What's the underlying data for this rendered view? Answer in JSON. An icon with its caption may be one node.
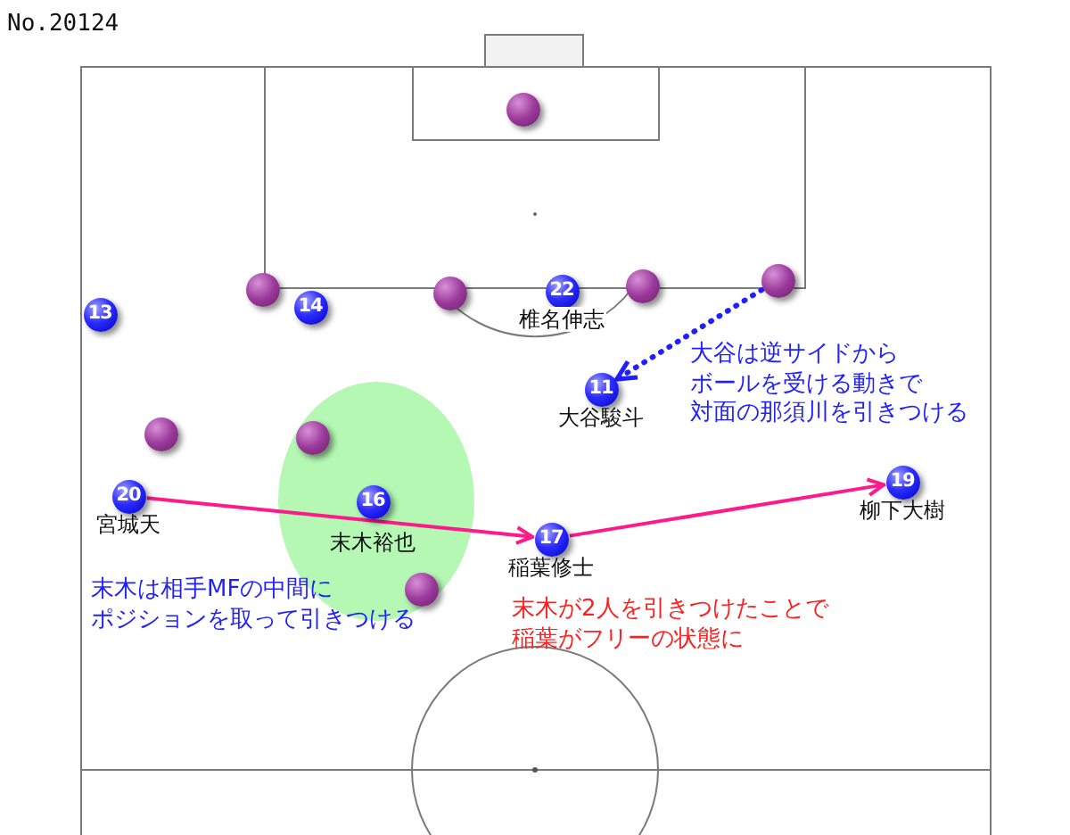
{
  "diagram": {
    "nodes": [
      {
        "text": [],
        "shape": "circle"
      },
      {
        "text": [],
        "shape": "circle"
      },
      {
        "text": [],
        "shape": "circle"
      },
      {
        "text": [],
        "shape": "circle"
      },
      {
        "text": [
          "22"
        ],
        "beside": [
          "椎名伸志"
        ]
      },
      {
        "text": [],
        "shape": "circle"
      },
      {
        "text": [
          "14"
        ]
      },
      {
        "text": [
          "13"
        ]
      },
      {
        "text": [
          "11"
        ],
        "beside": [
          "大谷駿斗"
        ]
      },
      {
        "text": [],
        "shape": "circle"
      },
      {
        "text": [],
        "shape": "circle"
      },
      {
        "text": [
          "19"
        ],
        "beside": [
          "柳下大樹"
        ]
      },
      {
        "text": [
          "20"
        ],
        "beside": [
          "宮城天"
        ]
      },
      {
        "text": [
          "16"
        ],
        "beside": [
          "末木裕也"
        ]
      },
      {
        "text": [
          "17"
        ],
        "beside": [
          "稲葉修士"
        ]
      },
      {
        "text": [],
        "shape": "circle"
      }
    ],
    "edges": [
      {
        "from": 12,
        "to": 14,
        "arrow": "to"
      },
      {
        "from": 14,
        "to": 11,
        "arrow": "to"
      },
      {
        "from": 1,
        "to": 8,
        "arrow": "to",
        "style": "dashed",
        "color": "#1f1fff"
      }
    ],
    "labels": [
      "No.20124",
      "大谷は逆サイドからボールを受ける動きで対面の那須川を引きつける",
      "末木は相手MFの中間にポジションを取って引きつける",
      "末木が2人を引きつけたことで稲葉がフリーの状態に"
    ]
  }
}
